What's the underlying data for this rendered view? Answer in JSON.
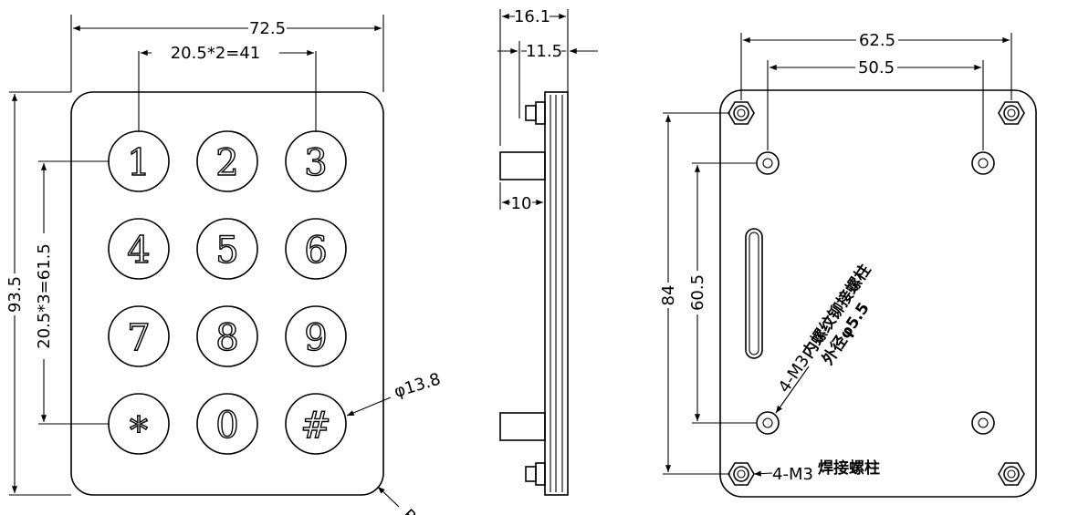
{
  "front_view": {
    "width_dim": "72.5",
    "key_pitch_h": "20.5*2=41",
    "key_pitch_v": "20.5*3=61.5",
    "height_dim": "93.5",
    "key_diameter": "φ13.8",
    "corner_radius": "R",
    "keys": [
      "1",
      "2",
      "3",
      "4",
      "5",
      "6",
      "7",
      "8",
      "9",
      "*",
      "0",
      "#"
    ]
  },
  "side_view": {
    "depth_total": "16.1",
    "depth_plate": "11.5",
    "depth_key": "10"
  },
  "rear_view": {
    "outer_span_h": "62.5",
    "inner_span_h": "50.5",
    "outer_span_v": "84",
    "inner_span_v": "60.5",
    "inner_stud_note_a": "4-M3",
    "inner_stud_note_b": "内螺纹铆接螺柱",
    "inner_stud_note_c": "外径φ5.5",
    "outer_stud_prefix": "4-M3",
    "outer_stud_note": "焊接螺柱"
  }
}
